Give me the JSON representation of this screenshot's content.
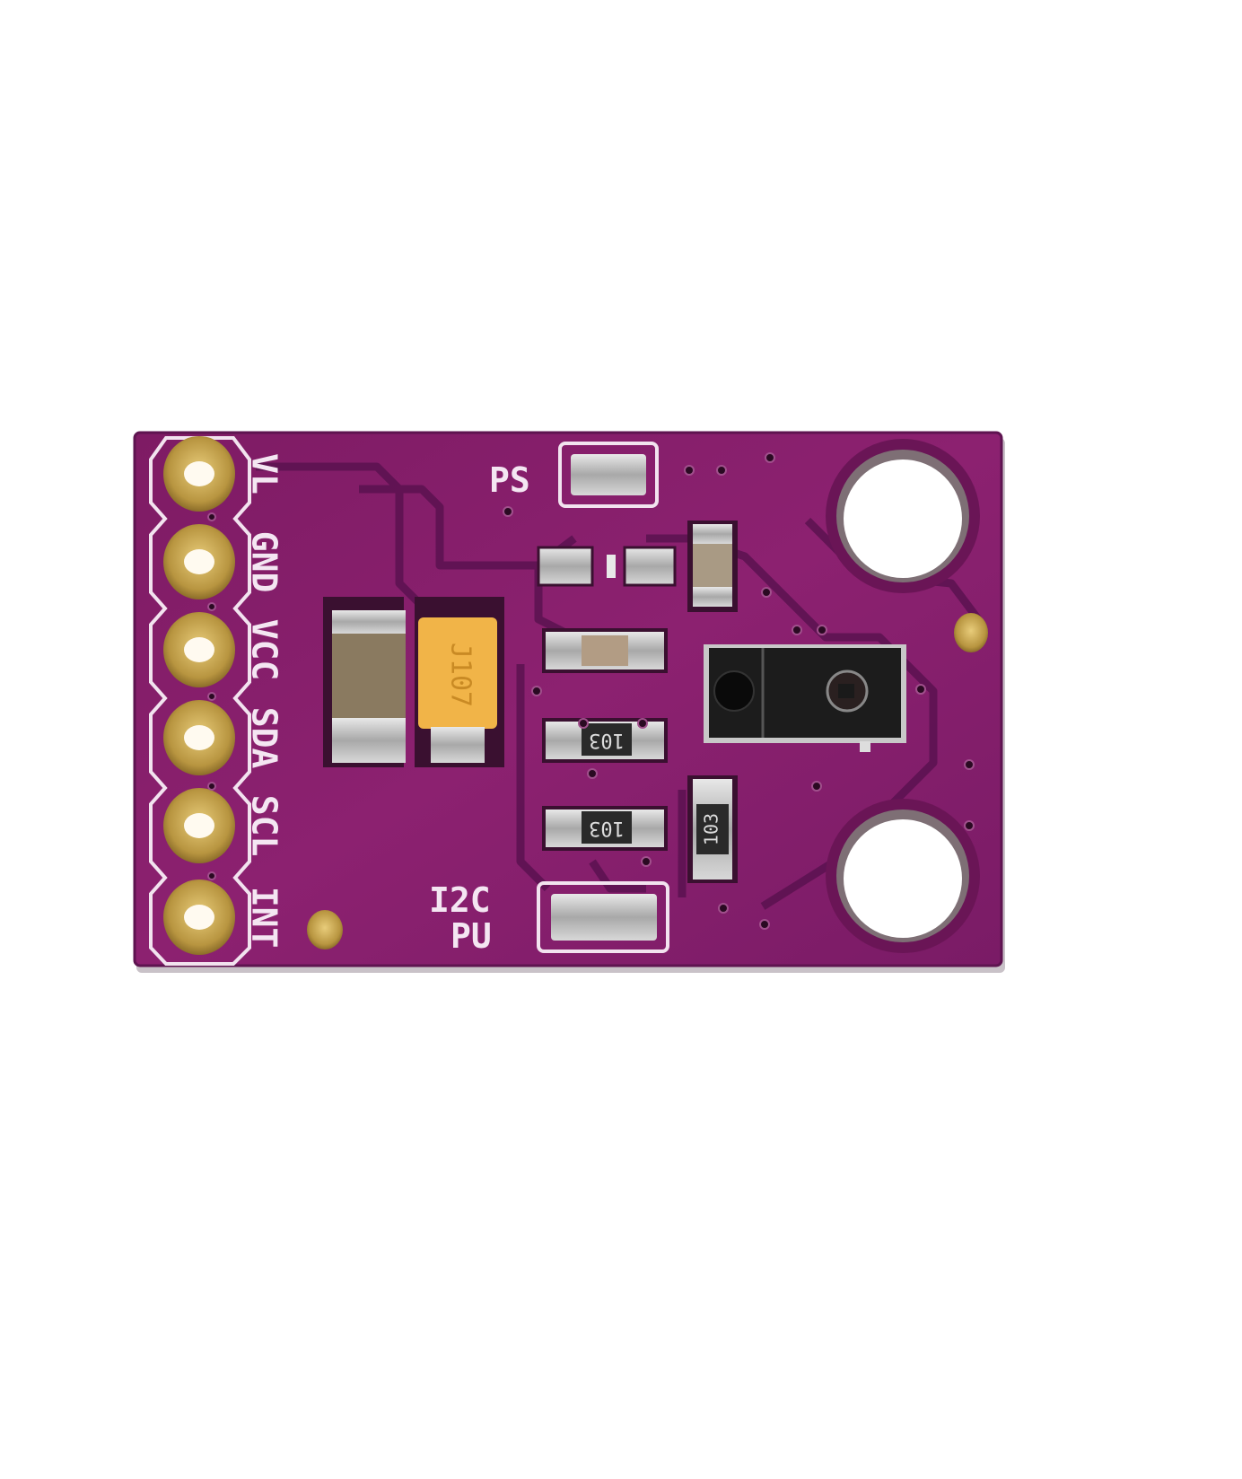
{
  "image": {
    "subject": "purple PCB sensor breakout module",
    "background_color": "#ffffff",
    "board_color": "#8a1f6e",
    "board_edge_color": "#6d1a5c"
  },
  "header_pins": {
    "count": 6,
    "labels": [
      "VL",
      "GND",
      "VCC",
      "SDA",
      "SCL",
      "INT"
    ]
  },
  "silkscreen": {
    "jumper_top_label": "PS",
    "jumper_bottom_label_line1": "I2C",
    "jumper_bottom_label_line2": "PU"
  },
  "components": {
    "tantalum_capacitor_marking": "J107",
    "resistor_marking": "103",
    "resistor_count": 3
  },
  "mounting_holes": 2,
  "sensor": "black optical gesture/proximity sensor package"
}
